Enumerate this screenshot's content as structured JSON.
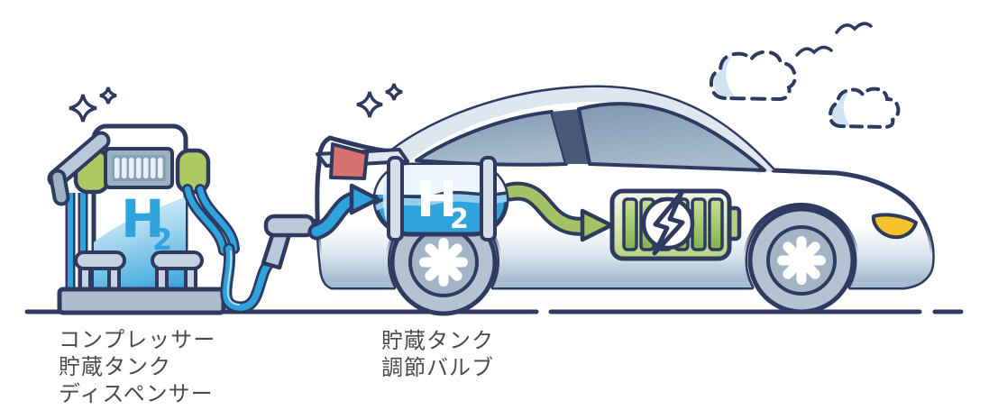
{
  "labels": {
    "station": [
      "コンプレッサー",
      "貯蔵タンク",
      "ディスペンサー"
    ],
    "car": [
      "貯蔵タンク",
      "調節バルブ"
    ]
  },
  "station_h2": {
    "main": "H",
    "sub": "2"
  },
  "tank_h2": {
    "main": "H",
    "sub": "2"
  },
  "icons": {
    "sparkle": "four-point-star",
    "cloud": "dashed-cloud",
    "bird": "seagull-curve",
    "pump": "hydrogen-dispenser",
    "nozzle": "fuel-nozzle",
    "tank": "hydrogen-storage-tank",
    "battery": "battery-with-lightning-bolt",
    "arrow": "flow-arrow"
  },
  "colors": {
    "outline": "#2e3a60",
    "hydrogen_blue": "#2fa3dc",
    "eco_green": "#a5c163",
    "tail_light_red": "#d7736e",
    "headlight_yellow": "#f7c32a",
    "body_gray": "#b4c2d2",
    "label_text": "#4a4a4a"
  }
}
